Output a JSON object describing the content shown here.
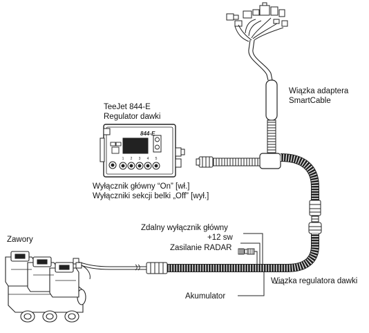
{
  "labels": {
    "smartcable_harness": "Wiązka adaptera SmartCable",
    "controller_title_1": "TeeJet 844-E",
    "controller_title_2": "Regulator dawki",
    "master_switch": "Wyłącznik główny “On” [wł.]",
    "section_switches": "Wyłączniki sekcji belki „Off” [wył.]",
    "remote_master_switch": "Zdalny wyłącznik główny",
    "plus12sw": "+12 sw",
    "radar_power": "Zasilanie RADAR",
    "valves": "Zawory",
    "controller_harness": "Wiązka regulatora dawki",
    "battery": "Akumulator"
  },
  "console": {
    "badge": "844-E",
    "section_numbers": [
      "1",
      "2",
      "3",
      "4",
      "5"
    ]
  }
}
